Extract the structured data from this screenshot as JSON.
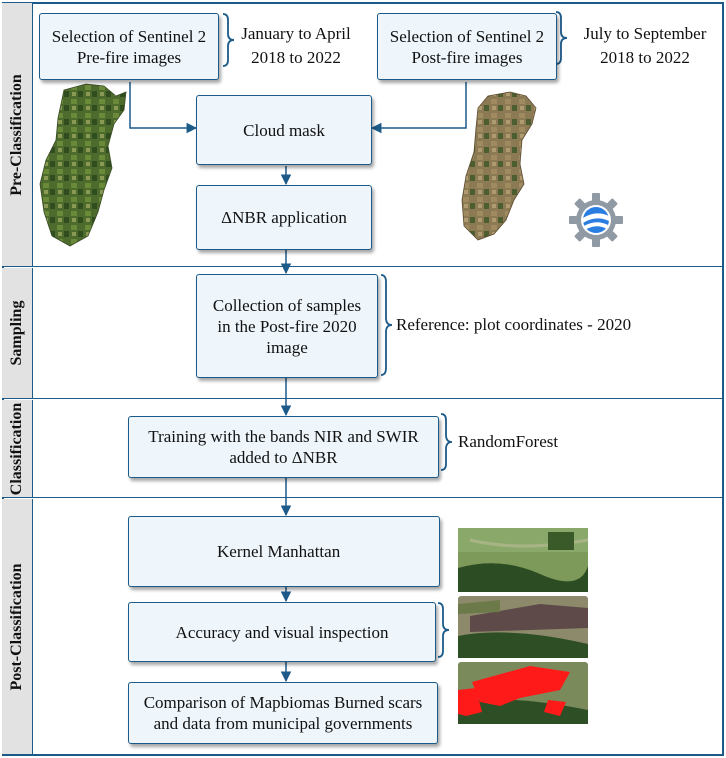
{
  "sections": [
    {
      "id": "pre",
      "label": "Pre-Classification"
    },
    {
      "id": "sampling",
      "label": "Sampling"
    },
    {
      "id": "classification",
      "label": "Classification"
    },
    {
      "id": "post",
      "label": "Post-Classification"
    }
  ],
  "boxes": {
    "prefire": "Selection of Sentinel 2\nPre-fire images",
    "postfire": "Selection of Sentinel 2\nPost-fire images",
    "cloud": "Cloud mask",
    "dnbr": "ΔNBR application",
    "samples": "Collection of samples\nin the Post-fire 2020\nimage",
    "training": "Training with the bands NIR and SWIR\nadded  to ΔNBR",
    "kernel": "Kernel Manhattan",
    "accuracy": "Accuracy and visual inspection",
    "comparison": "Comparison of Mapbiomas Burned scars\nand data from municipal governments"
  },
  "notes": {
    "prefire_dates": "January to April\n2018 to 2022",
    "postfire_dates": "July to September\n2018 to 2022",
    "reference": "Reference: plot coordinates - 2020",
    "algorithm": "RandomForest"
  },
  "icons": {
    "prefire_map": "municipality-map-prefire",
    "postfire_map": "municipality-map-postfire",
    "engine": "earth-engine-gear-logo",
    "kernel": "manhattan-kernel-dot-grid",
    "thumbs": [
      "satellite-thumb-1",
      "satellite-thumb-2",
      "satellite-thumb-burned-red"
    ]
  },
  "colors": {
    "border": "#1c5a8a",
    "box_fill": "#eef6fc",
    "band_fill": "#e2e2e2",
    "burn": "#ff1a1a"
  }
}
